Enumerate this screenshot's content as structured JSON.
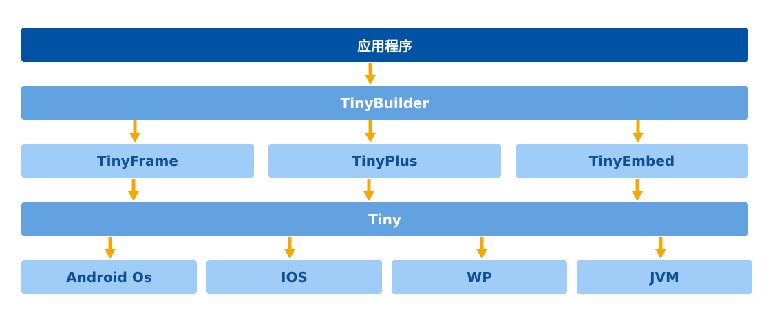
{
  "colors": {
    "dark_box": "#0052a5",
    "mid_box": "#62a2e0",
    "light_box": "#9fcdf7",
    "light_text": "#0d4f94",
    "arrow": "#f5a800"
  },
  "layers": {
    "application": "应用程序",
    "builder": "TinyBuilder",
    "frameworks": [
      "TinyFrame",
      "TinyPlus",
      "TinyEmbed"
    ],
    "core": "Tiny",
    "platforms": [
      "Android Os",
      "IOS",
      "WP",
      "JVM"
    ]
  }
}
